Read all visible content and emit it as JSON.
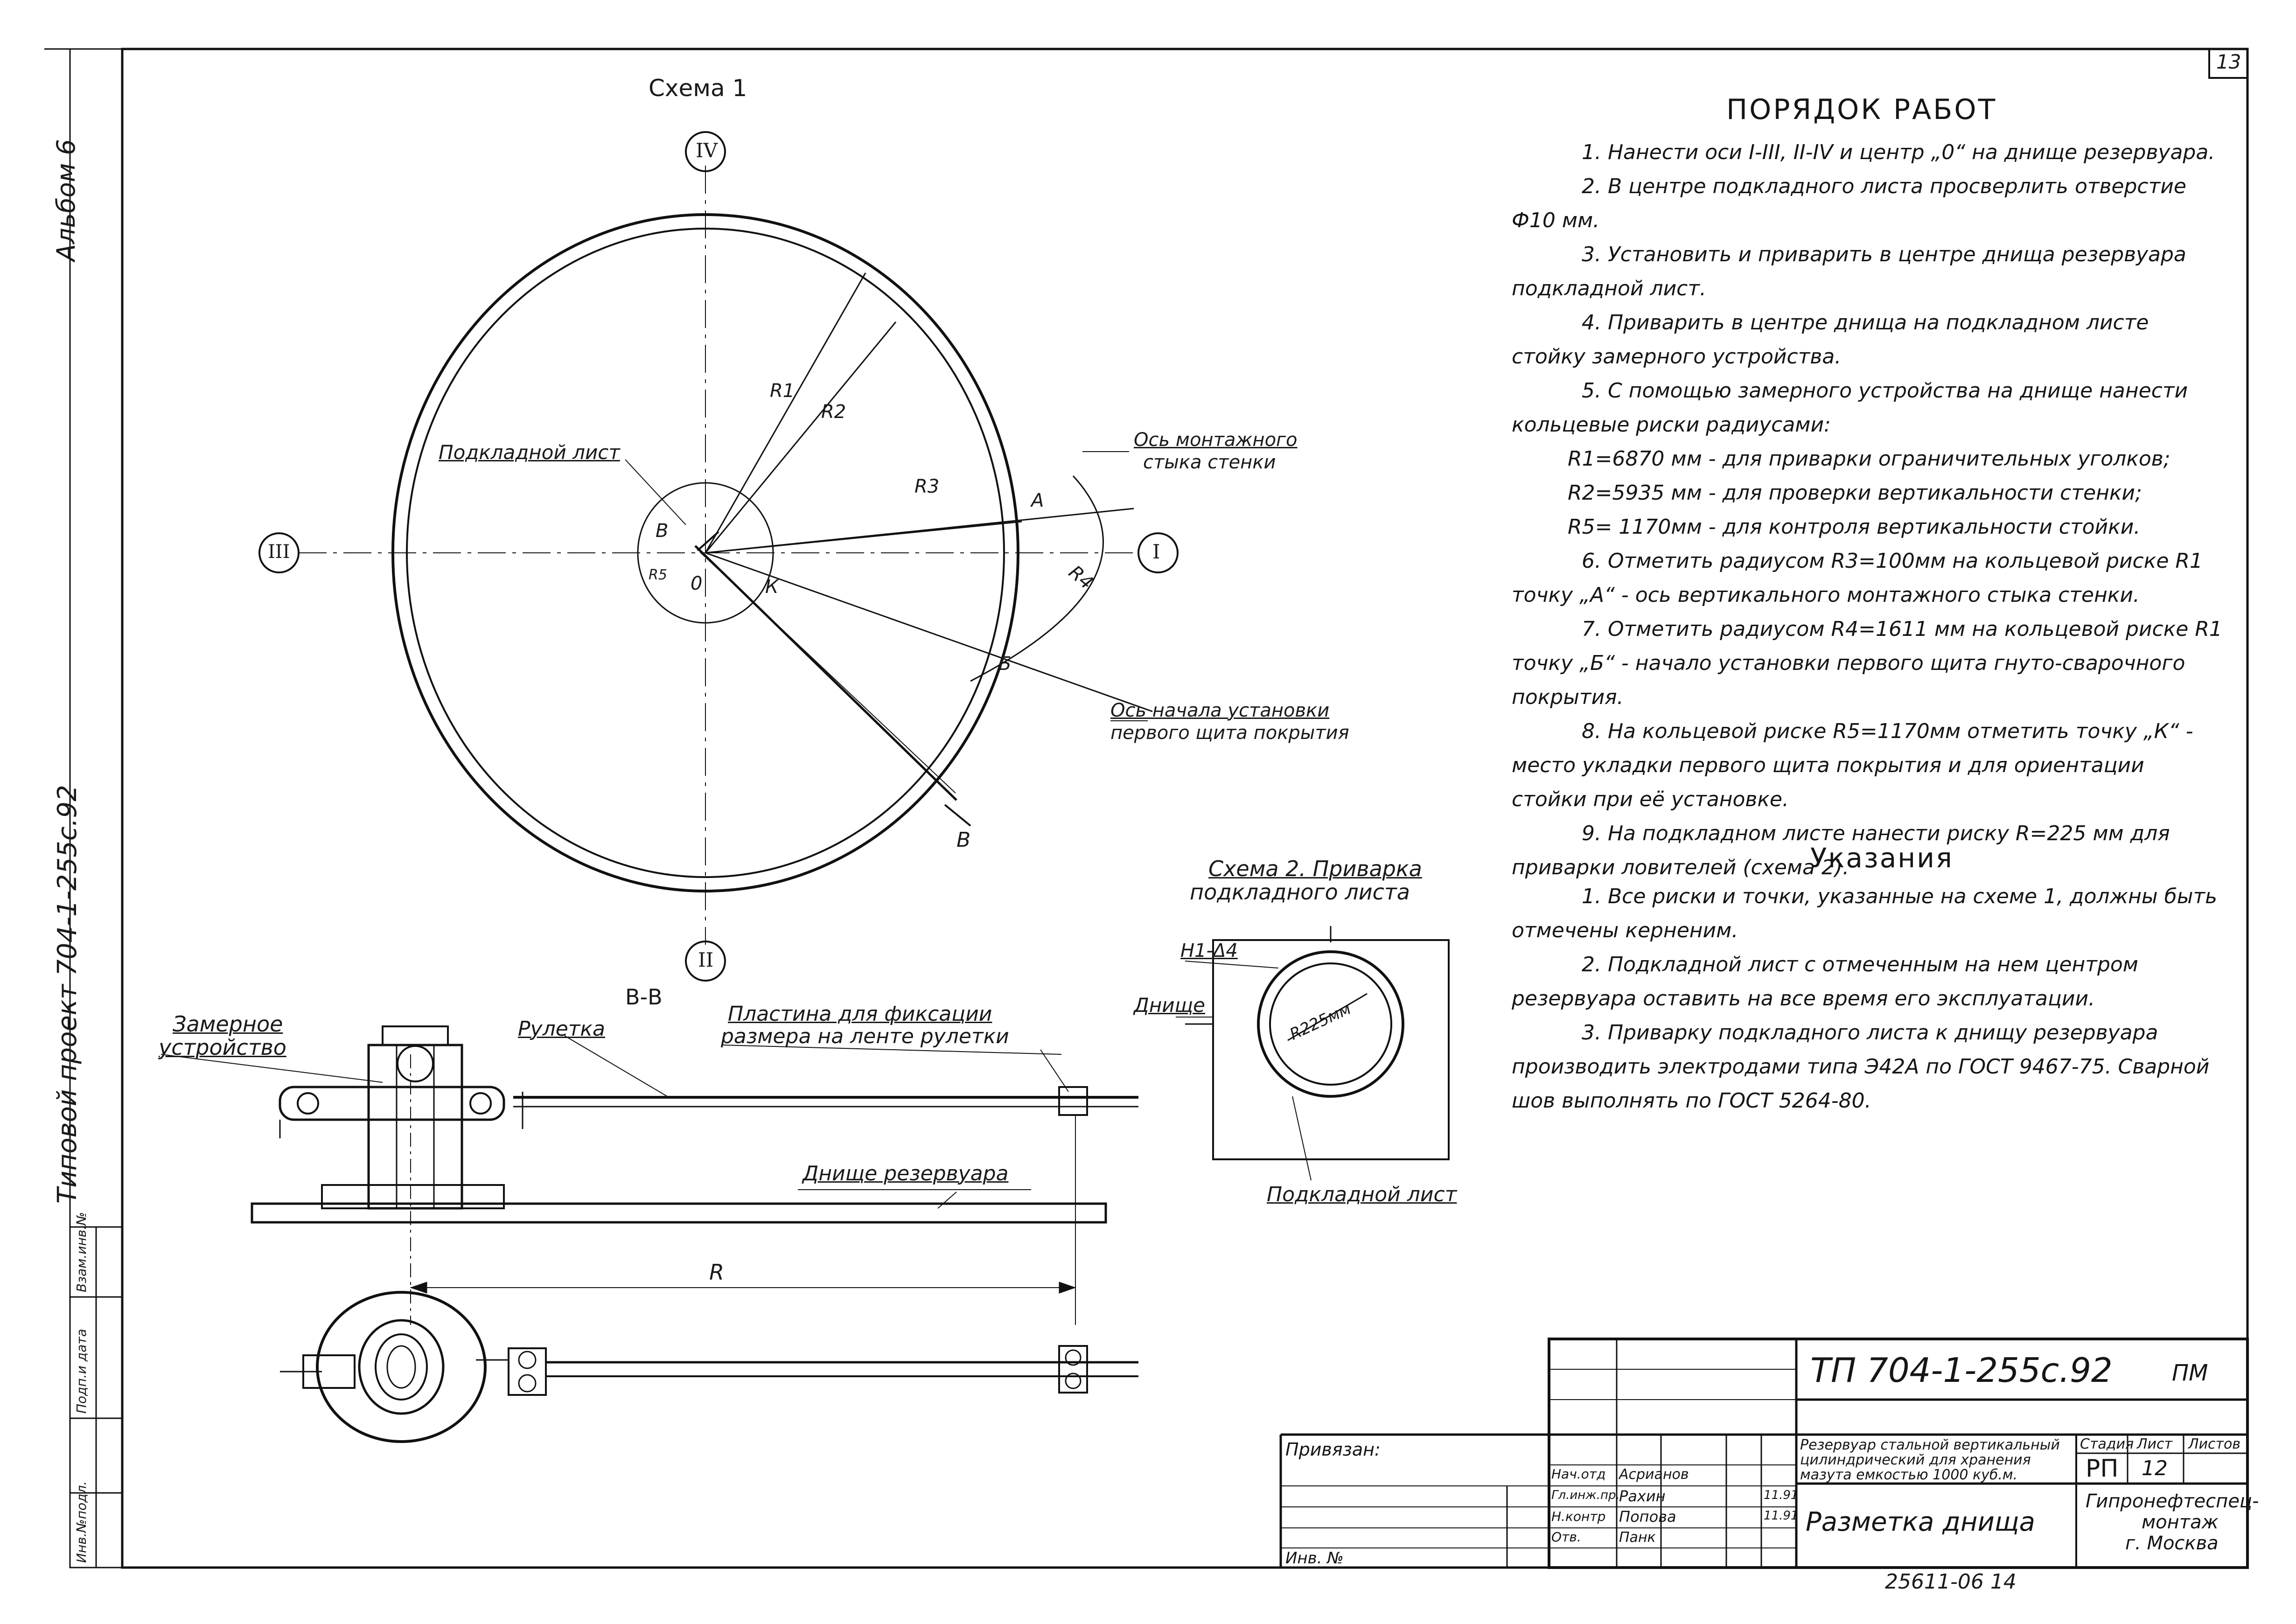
{
  "sheet": {
    "page_number": "13",
    "album_label": "Альбом 6",
    "project_label": "Типовой проект 704-1-255с.92",
    "archive_number": "25611-06 14"
  },
  "scheme1": {
    "title": "Схема 1",
    "axis_I": "I",
    "axis_II": "II",
    "axis_III": "III",
    "axis_IV": "IV",
    "label_r1": "R1",
    "label_r2": "R2",
    "label_r3": "R3",
    "label_r4": "R4",
    "label_r5": "R5",
    "point_a": "А",
    "point_b": "Б",
    "point_k": "К",
    "point_v": "В",
    "point_o": "0",
    "section_mark": "В",
    "plate_label": "Подкладной лист",
    "axis_joint_label_1": "Ось монтажного",
    "axis_joint_label_2": "стыка стенки",
    "axis_start_label_1": "Ось начала установки",
    "axis_start_label_2": "первого щита покрытия"
  },
  "section": {
    "title": "В-В",
    "measuring_label_1": "Замерное",
    "measuring_label_2": "устройство",
    "tape_label": "Рулетка",
    "plate_fix_label_1": "Пластина для фиксации",
    "plate_fix_label_2": "размера на ленте рулетки",
    "bottom_label": "Днище резервуара",
    "dim_r": "R"
  },
  "scheme2": {
    "title_1": "Схема 2. Приварка",
    "title_2": "подкладного листа",
    "weld_label": "Н1-Δ4",
    "bottom_label": "Днище",
    "radius_label": "R225мм",
    "plate_label": "Подкладной лист"
  },
  "work_order": {
    "title": "ПОРЯДОК РАБОТ",
    "steps": [
      "1. Нанести оси I-III, II-IV и центр „0“ на днище резервуара.",
      "2. В центре подкладного листа просверлить отверстие Ф10 мм.",
      "3. Установить и приварить в центре днища резервуара подкладной лист.",
      "4. Приварить в центре днища на подкладном листе стойку замерного устройства.",
      "5. С помощью замерного устройства на днище нанести кольцевые риски радиусами:",
      "R1=6870 мм - для приварки ограничительных уголков;",
      "R2=5935 мм - для проверки вертикальности стенки;",
      "R5= 1170мм - для контроля вертикальности стойки.",
      "6. Отметить радиусом R3=100мм на кольцевой риске R1 точку „А“ - ось вертикального монтажного стыка стенки.",
      "7. Отметить радиусом R4=1611 мм на кольцевой риске R1 точку „Б“ - начало установки первого щита гнуто-сварочного покрытия.",
      "8. На кольцевой риске R5=1170мм отметить точку „К“ - место укладки первого щита покрытия и для ориентации стойки при её установке.",
      "9. На подкладном листе нанести риску R=225 мм для приварки ловителей (схема 2)."
    ]
  },
  "notes": {
    "title": "Указания",
    "items": [
      "1. Все риски и точки, указанные на схеме 1, должны быть отмечены керненим.",
      "2. Подкладной лист с отмеченным на нем центром резервуара оставить на все время его эксплуатации.",
      "3. Приварку подкладного листа к днищу резервуара производить электродами типа Э42А по ГОСТ 9467-75. Сварной шов выполнять по ГОСТ 5264-80."
    ]
  },
  "title_block": {
    "code": "ТП 704-1-255с.92",
    "sheet_type": "ПМ",
    "linked_label": "Привязан:",
    "description_1": "Резервуар стальной вертикальный",
    "description_2": "цилиндрический для хранения",
    "description_3": "мазута емкостью   1000 куб.м.",
    "stage_header": "Стадия",
    "sheet_header": "Лист",
    "sheets_header": "Листов",
    "stage_value": "РП",
    "sheet_value": "12",
    "drawing_name": "Разметка днища",
    "org_1": "Гипронефтеспец-",
    "org_2": "монтаж",
    "org_3": "г. Москва",
    "inv_label": "Инв. №",
    "role_1": "Нач.отд",
    "person_1": "Асрианов",
    "role_2": "Гл.инж.пр.",
    "person_2": "Рахин",
    "role_3": "Н.контр",
    "person_3": "Попова",
    "role_4": "Отв.",
    "person_4": "Панк",
    "date_1": "11.91",
    "date_2": "11.91",
    "side_1": "Взам.инв.№",
    "side_2": "Подп.и дата",
    "side_3": "Инв.№подл."
  }
}
